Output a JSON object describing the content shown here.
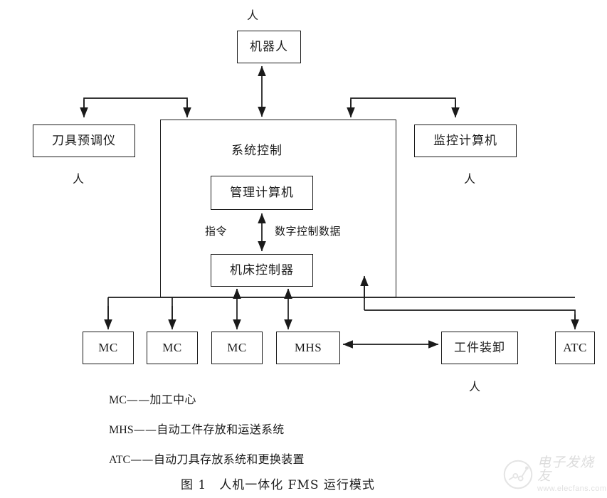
{
  "diagram": {
    "title": "人机一体化 FMS 运行模式",
    "caption_prefix": "图 1",
    "caption_full": "图 1　人机一体化 FMS 运行模式",
    "nodes": {
      "robot": "机器人",
      "tool_presetter": "刀具预调仪",
      "monitor_computer": "监控计算机",
      "system_control": "系统控制",
      "management_computer": "管理计算机",
      "machine_controller": "机床控制器",
      "mc1": "MC",
      "mc2": "MC",
      "mc3": "MC",
      "mhs": "MHS",
      "workpiece_load": "工件装卸",
      "atc": "ATC"
    },
    "edge_labels": {
      "command": "指令",
      "nc_data": "数字控制数据"
    },
    "person_labels": {
      "top": "人",
      "left": "人",
      "right": "人",
      "bottom": "人"
    },
    "legend": [
      {
        "code": "MC",
        "dash": "——",
        "desc": "加工中心"
      },
      {
        "code": "MHS",
        "dash": "——",
        "desc": "自动工件存放和运送系统"
      },
      {
        "code": "ATC",
        "dash": "——",
        "desc": "自动刀具存放系统和更换装置"
      }
    ],
    "colors": {
      "stroke": "#1a1a1a",
      "background": "#ffffff",
      "watermark": "#9a9a9a"
    }
  },
  "watermark": {
    "brand": "电子发烧友",
    "url": "www.elecfans.com"
  }
}
